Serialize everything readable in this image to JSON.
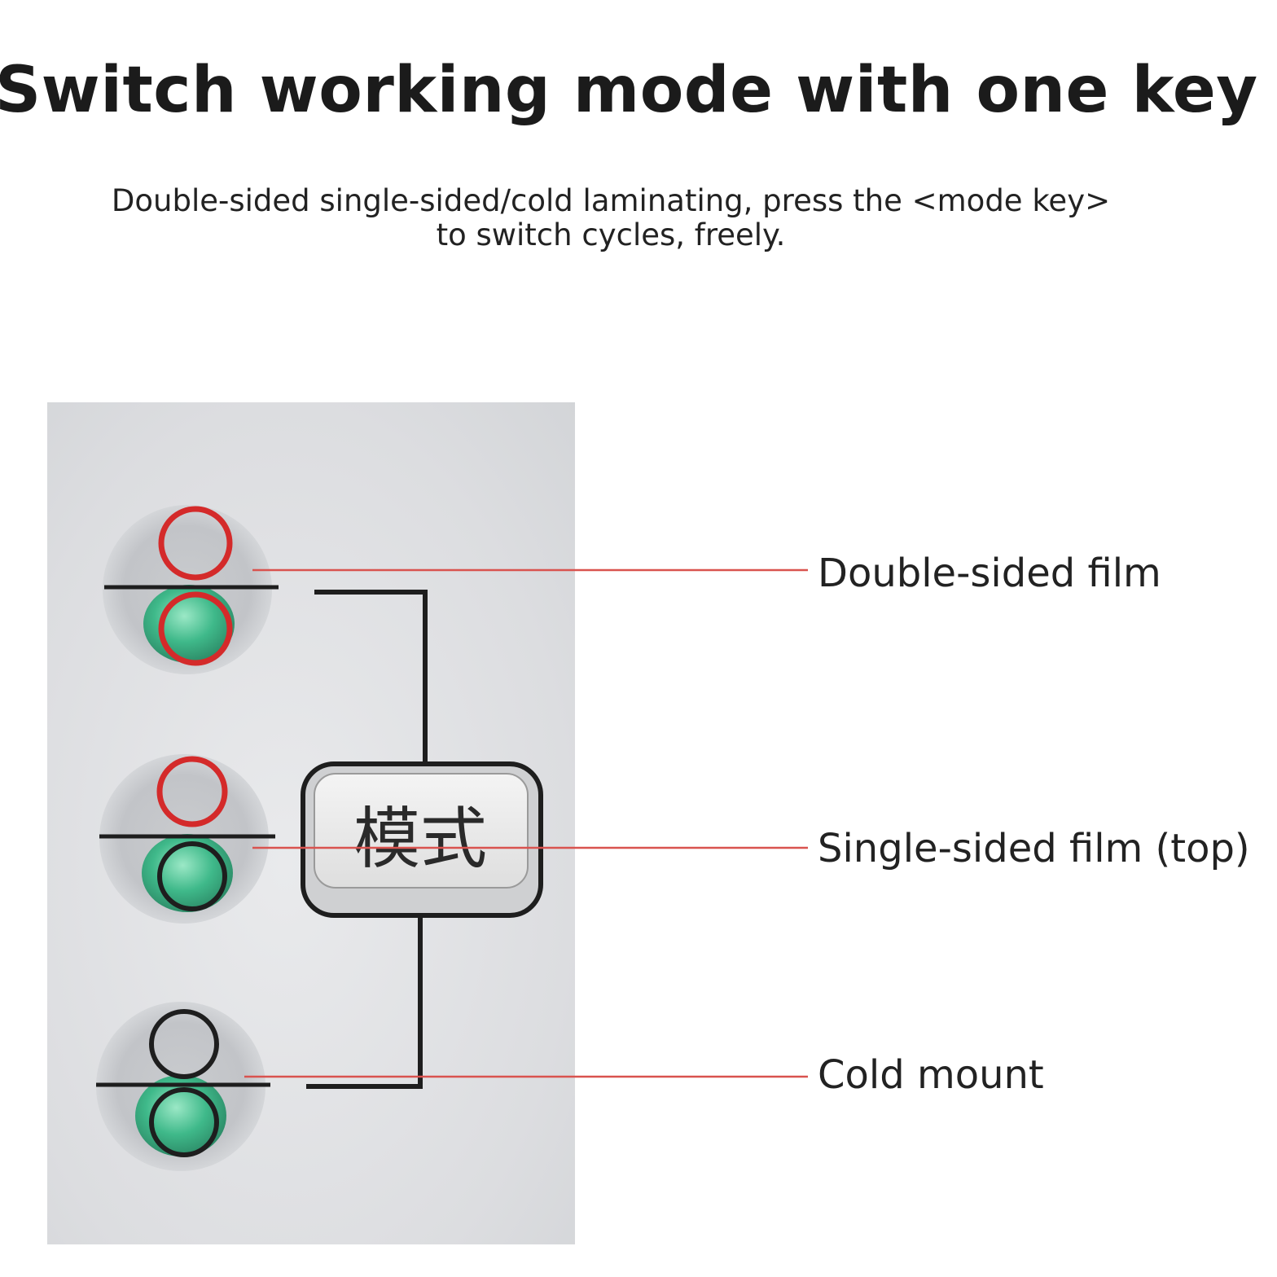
{
  "title": "Switch working mode with one key",
  "subtitle": {
    "line1": "Double-sided single-sided/cold laminating, press the <mode key>",
    "line2": "to switch cycles, freely."
  },
  "mode_key": {
    "label": "模式"
  },
  "modes": [
    {
      "label": "Double-sided film",
      "indicator_top": "red",
      "indicator_bottom": "red"
    },
    {
      "label": "Single-sided film (top)",
      "indicator_top": "red",
      "indicator_bottom": "black"
    },
    {
      "label": "Cold mount",
      "indicator_top": "black",
      "indicator_bottom": "black"
    }
  ],
  "colors": {
    "indicator_red": "#d42a2a",
    "indicator_black": "#1e1e1e",
    "led_green": "#3fb98a",
    "callout_line": "#d9534f"
  }
}
